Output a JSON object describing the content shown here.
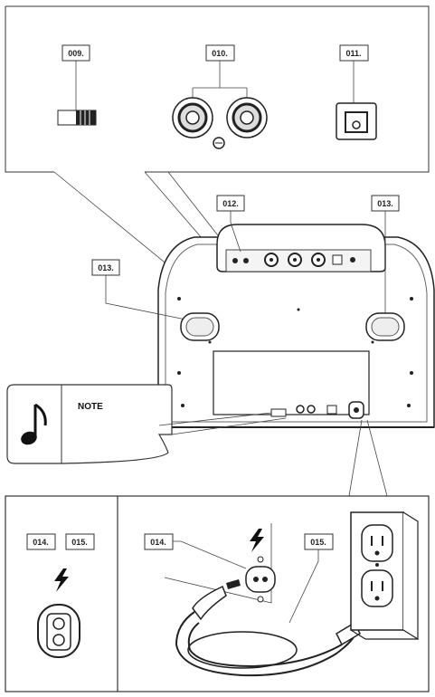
{
  "callouts": {
    "c009": "009.",
    "c010": "010.",
    "c011": "011.",
    "c012": "012.",
    "c013_left": "013.",
    "c013_right": "013.",
    "c014_left": "014.",
    "c015_left": "015.",
    "c014_right": "014.",
    "c015_right": "015."
  },
  "note": {
    "label": "NOTE"
  },
  "icons": {
    "note": "music-note-icon",
    "power": "lightning-bolt-icon",
    "socket": "figure-8-power-socket-icon"
  }
}
